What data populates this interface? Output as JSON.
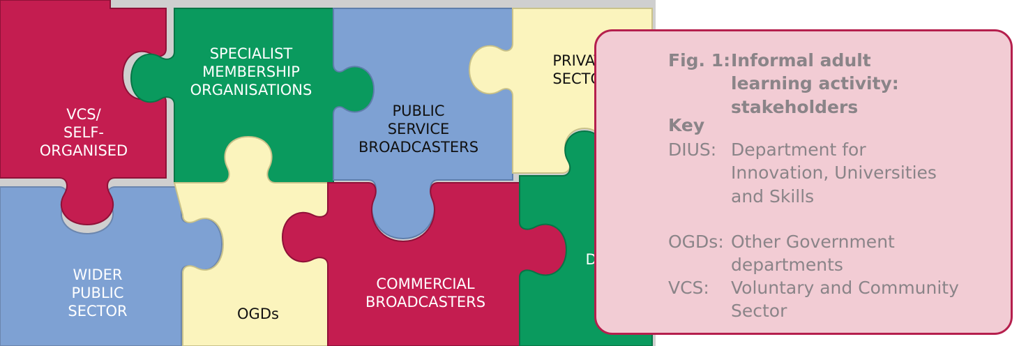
{
  "figure": {
    "number": "Fig. 1:",
    "title": "Informal adult learning activity: stakeholders"
  },
  "pieces": {
    "vcs": {
      "lines": [
        "VCS/",
        "SELF-",
        "ORGANISED"
      ],
      "color": "#c41d50"
    },
    "specialist": {
      "lines": [
        "SPECIALIST",
        "MEMBERSHIP",
        "ORGANISATIONS"
      ],
      "color": "#0a9a5e"
    },
    "public_service": {
      "lines": [
        "PUBLIC",
        "SERVICE",
        "BROADCASTERS"
      ],
      "color": "#7ea1d3"
    },
    "private": {
      "lines": [
        "PRIVATE",
        "SECTOR"
      ],
      "color": "#fbf4bd"
    },
    "wider_public": {
      "lines": [
        "WIDER",
        "PUBLIC",
        "SECTOR"
      ],
      "color": "#7ea1d3"
    },
    "ogds": {
      "lines": [
        "OGDs"
      ],
      "color": "#fbf4bd"
    },
    "commercial": {
      "lines": [
        "COMMERCIAL",
        "BROADCASTERS"
      ],
      "color": "#c41d50"
    },
    "dius": {
      "lines": [
        "DIUS"
      ],
      "color": "#0a9a5e"
    }
  },
  "key": {
    "heading": "Key",
    "entries": [
      {
        "abbr": "DIUS:",
        "definition": "Department for Innovation, Universities and Skills"
      },
      {
        "abbr": "OGDs:",
        "definition": "Other Government departments"
      },
      {
        "abbr": "VCS:",
        "definition": "Voluntary and Community Sector"
      }
    ]
  },
  "colors": {
    "key_border": "#b51f4d",
    "key_background": "#f2ccd4",
    "key_text": "#8a8488"
  }
}
